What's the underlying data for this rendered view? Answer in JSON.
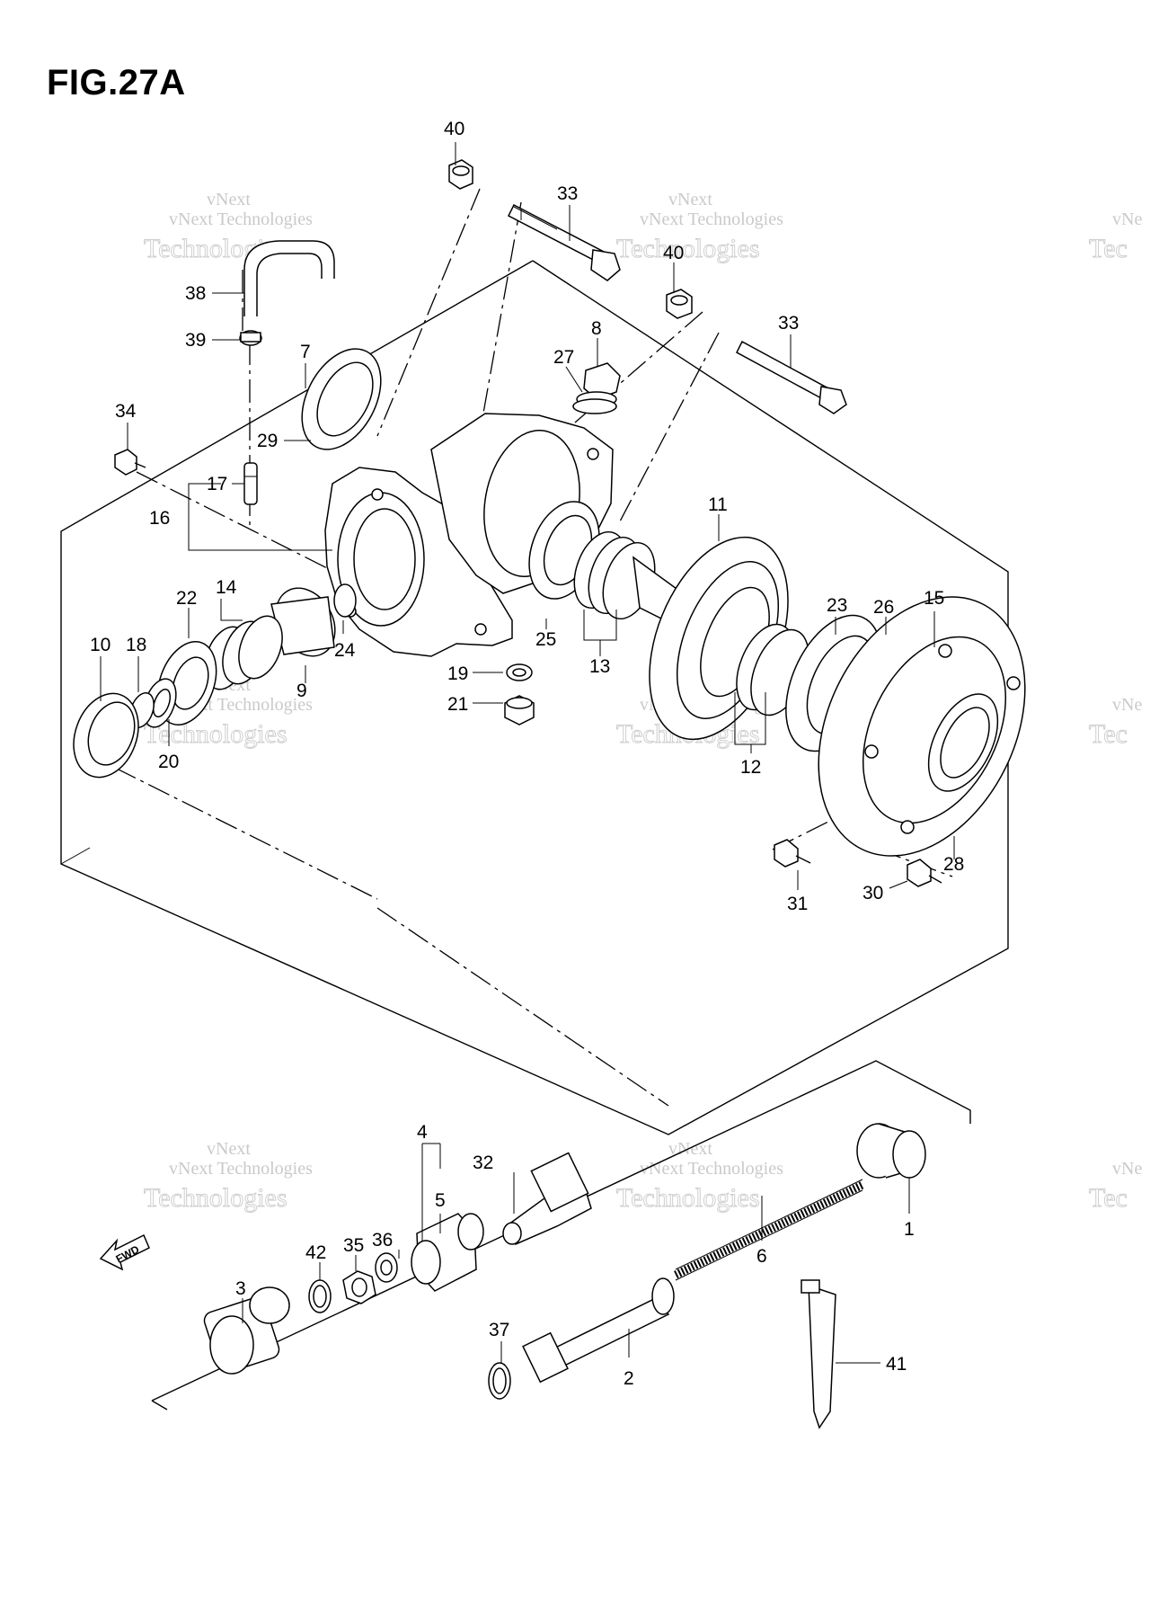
{
  "figure": {
    "title": "FIG.27A",
    "accent_color": "#000000",
    "watermark_color": "#b8b8b8"
  },
  "watermark": {
    "line1": "vNext",
    "line2": "vNext Technologies",
    "line3": "Technologies",
    "line_partial": "vNe",
    "line_partial_big": "Tec"
  },
  "fwd_label": "FWD",
  "callouts": {
    "c1": "1",
    "c2": "2",
    "c3": "3",
    "c4": "4",
    "c5": "5",
    "c6": "6",
    "c7": "7",
    "c8": "8",
    "c9": "9",
    "c10": "10",
    "c11": "11",
    "c12": "12",
    "c13": "13",
    "c14": "14",
    "c15": "15",
    "c16": "16",
    "c17": "17",
    "c18": "18",
    "c19": "19",
    "c20": "20",
    "c21": "21",
    "c22": "22",
    "c23": "23",
    "c24": "24",
    "c25": "25",
    "c26": "26",
    "c27": "27",
    "c28": "28",
    "c29": "29",
    "c30": "30",
    "c31": "31",
    "c32": "32",
    "c33a": "33",
    "c33b": "33",
    "c34": "34",
    "c35": "35",
    "c36": "36",
    "c37": "37",
    "c38": "38",
    "c39": "39",
    "c40a": "40",
    "c40b": "40",
    "c41": "41",
    "c42": "42"
  }
}
